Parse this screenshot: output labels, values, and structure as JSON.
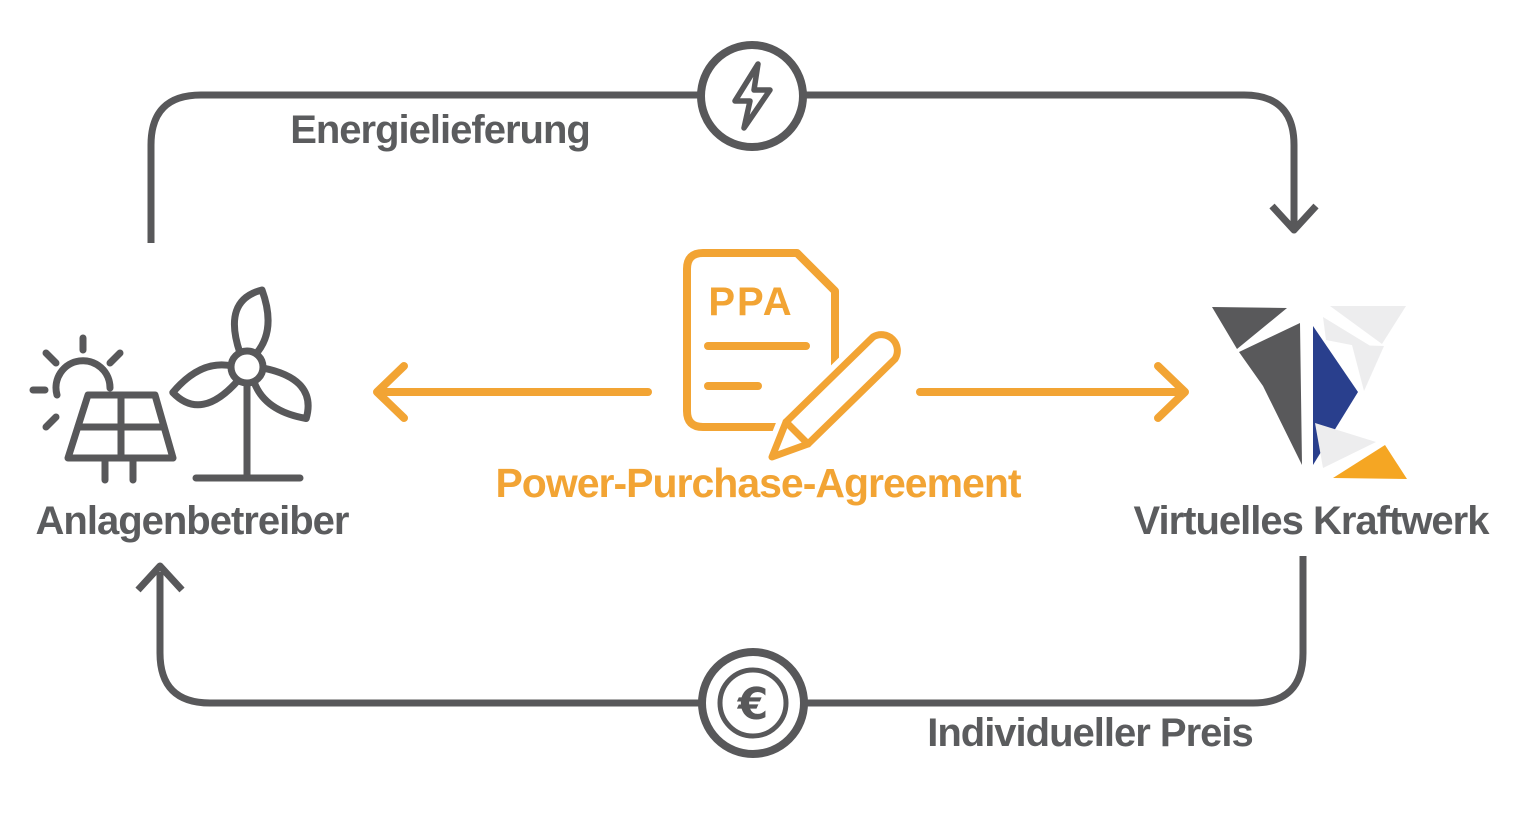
{
  "diagram": {
    "nodes": {
      "plant_operator": {
        "label": "Anlagenbetreiber"
      },
      "virtual_power_plant": {
        "label": "Virtuelles Kraftwerk"
      }
    },
    "flows": {
      "energy_delivery": {
        "label": "Energielieferung",
        "from": "plant_operator",
        "to": "virtual_power_plant"
      },
      "individual_price": {
        "label": "Individueller Preis",
        "from": "virtual_power_plant",
        "to": "plant_operator"
      }
    },
    "contract": {
      "short_label": "PPA",
      "full_label": "Power-Purchase-Agreement"
    },
    "icons": {
      "euro_glyph": "€",
      "energy_badge": "lightning-bolt",
      "price_badge": "euro-sign",
      "plant_operator_icon": "wind-turbine-solar-panel-sun",
      "contract_icon": "document-with-pencil",
      "virtual_power_plant_icon": "triangle-mosaic-logo"
    },
    "colors": {
      "line_gray": "#58585A",
      "text_gray": "#5B5C5E",
      "accent_orange": "#F2A434",
      "logo_gray": "#59595B",
      "logo_blue": "#293F8D",
      "logo_light": "#EDEDEE",
      "logo_orange": "#F5A623"
    }
  }
}
